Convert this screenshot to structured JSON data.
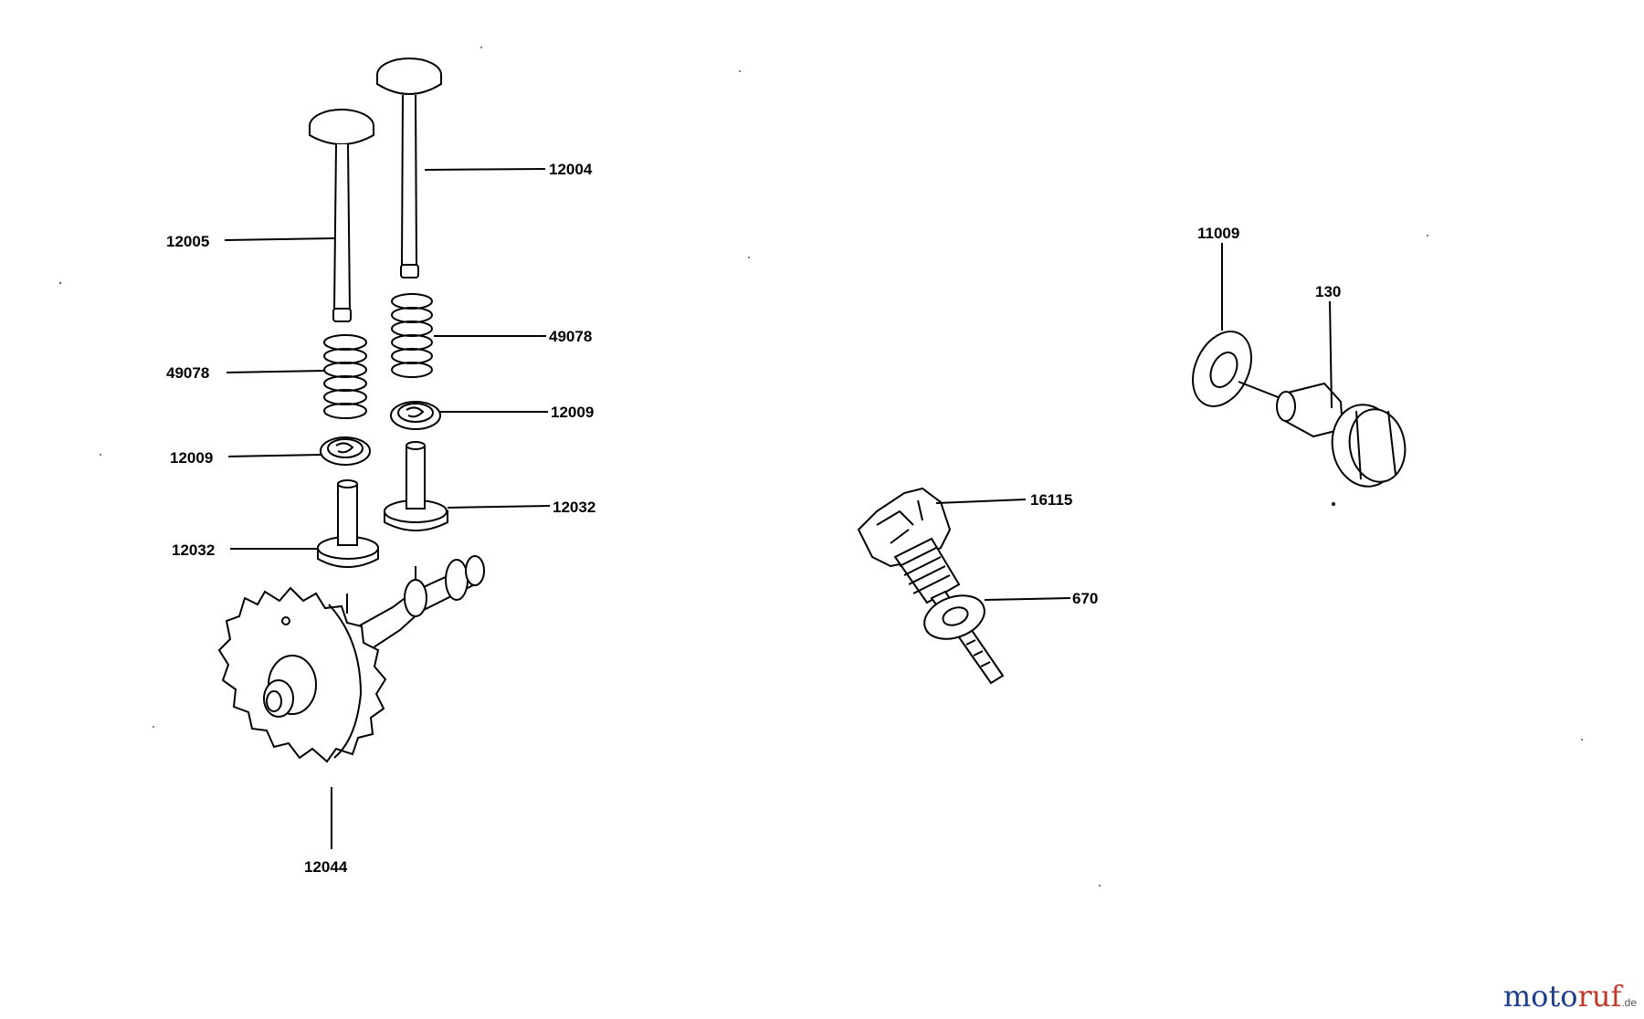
{
  "labels": {
    "valve_exhaust": "12004",
    "valve_intake": "12005",
    "spring_right": "49078",
    "spring_left": "49078",
    "retainer_right": "12009",
    "retainer_left": "12009",
    "lifter_right": "12032",
    "lifter_left": "12032",
    "camshaft": "12044",
    "dipstick": "16115",
    "oring": "670",
    "washer": "11009",
    "bolt": "130"
  },
  "brand": {
    "first": "moto",
    "second": "ruf",
    "suffix": ".de"
  },
  "colors": {
    "line": "#000000",
    "brand_blue": "#1f3f8c",
    "brand_red": "#c0392b"
  }
}
